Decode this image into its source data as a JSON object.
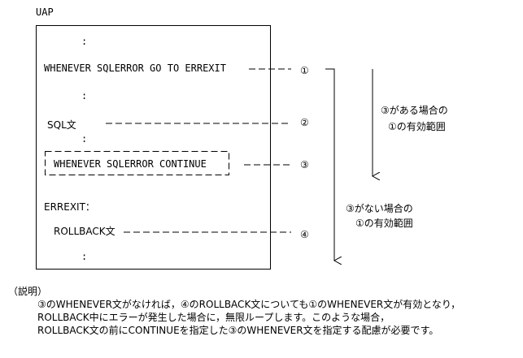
{
  "diagram": {
    "uap_label": "UAP",
    "colon": ":",
    "stmt_whenever_goto": "WHENEVER SQLERROR GO TO ERREXIT",
    "stmt_sql": "SQL文",
    "stmt_whenever_continue": "WHENEVER SQLERROR CONTINUE",
    "label_errexit": "ERREXIT：",
    "stmt_rollback": "ROLLBACK文",
    "marker_1": "①",
    "marker_2": "②",
    "marker_3": "③",
    "marker_4": "④",
    "scope_with3_line1": "③がある場合の",
    "scope_with3_line2": "①の有効範囲",
    "scope_without3_line1": "③がない場合の",
    "scope_without3_line2": "①の有効範囲"
  },
  "explanation": {
    "heading": "（説明）",
    "lines": [
      "③のWHENEVER文がなければ，④のROLLBACK文についても①のWHENEVER文が有効となり，",
      "ROLLBACK中にエラーが発生した場合に，無限ループします。このような場合，",
      "ROLLBACK文の前にCONTINUEを指定した③のWHENEVER文を指定する配慮が必要です。"
    ]
  }
}
